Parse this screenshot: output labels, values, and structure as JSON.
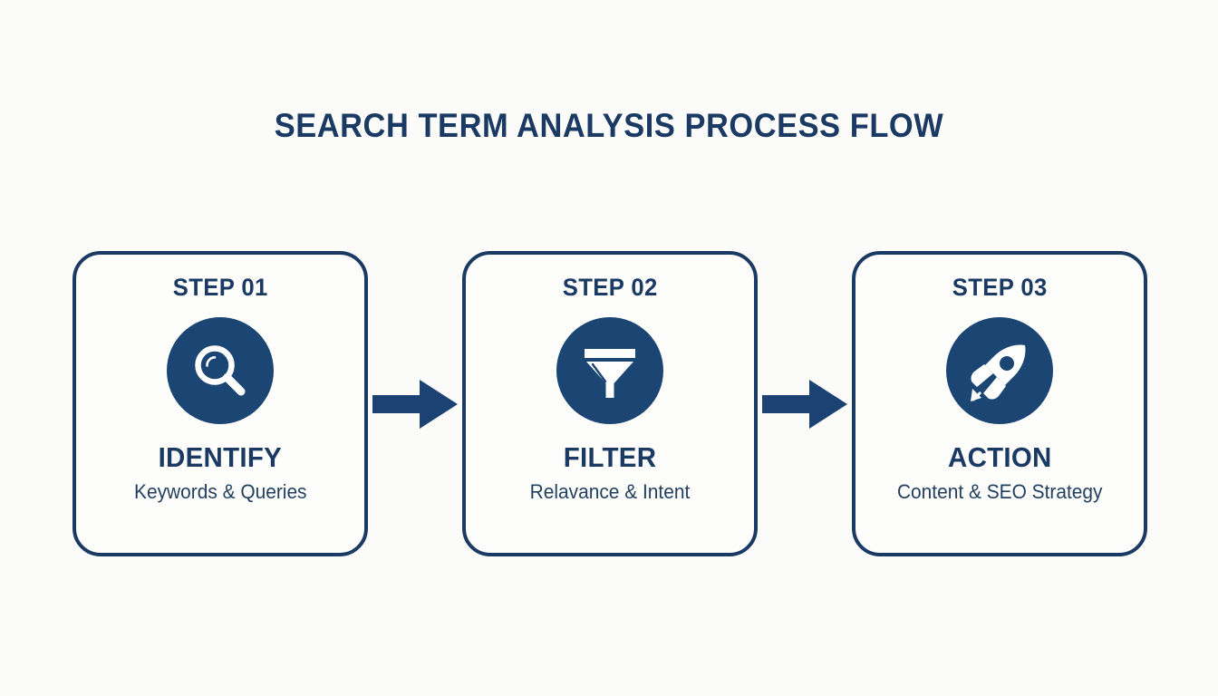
{
  "page": {
    "title": "SEARCH TERM ANALYSIS PROCESS FLOW",
    "background_color": "#fbfcfa",
    "accent_color": "#1b3a63",
    "icon_circle_color": "#1b4674",
    "card_fill_color": "#fdfdfb"
  },
  "steps": [
    {
      "step_label": "STEP 01",
      "icon": "magnifier-icon",
      "title": "IDENTIFY",
      "subtitle": "Keywords & Queries"
    },
    {
      "step_label": "STEP 02",
      "icon": "funnel-icon",
      "title": "FILTER",
      "subtitle": "Relavance & Intent"
    },
    {
      "step_label": "STEP 03",
      "icon": "rocket-icon",
      "title": "ACTION",
      "subtitle": "Content & SEO Strategy"
    }
  ],
  "connectors": [
    {
      "icon": "arrow-right-icon"
    },
    {
      "icon": "arrow-right-icon"
    }
  ]
}
